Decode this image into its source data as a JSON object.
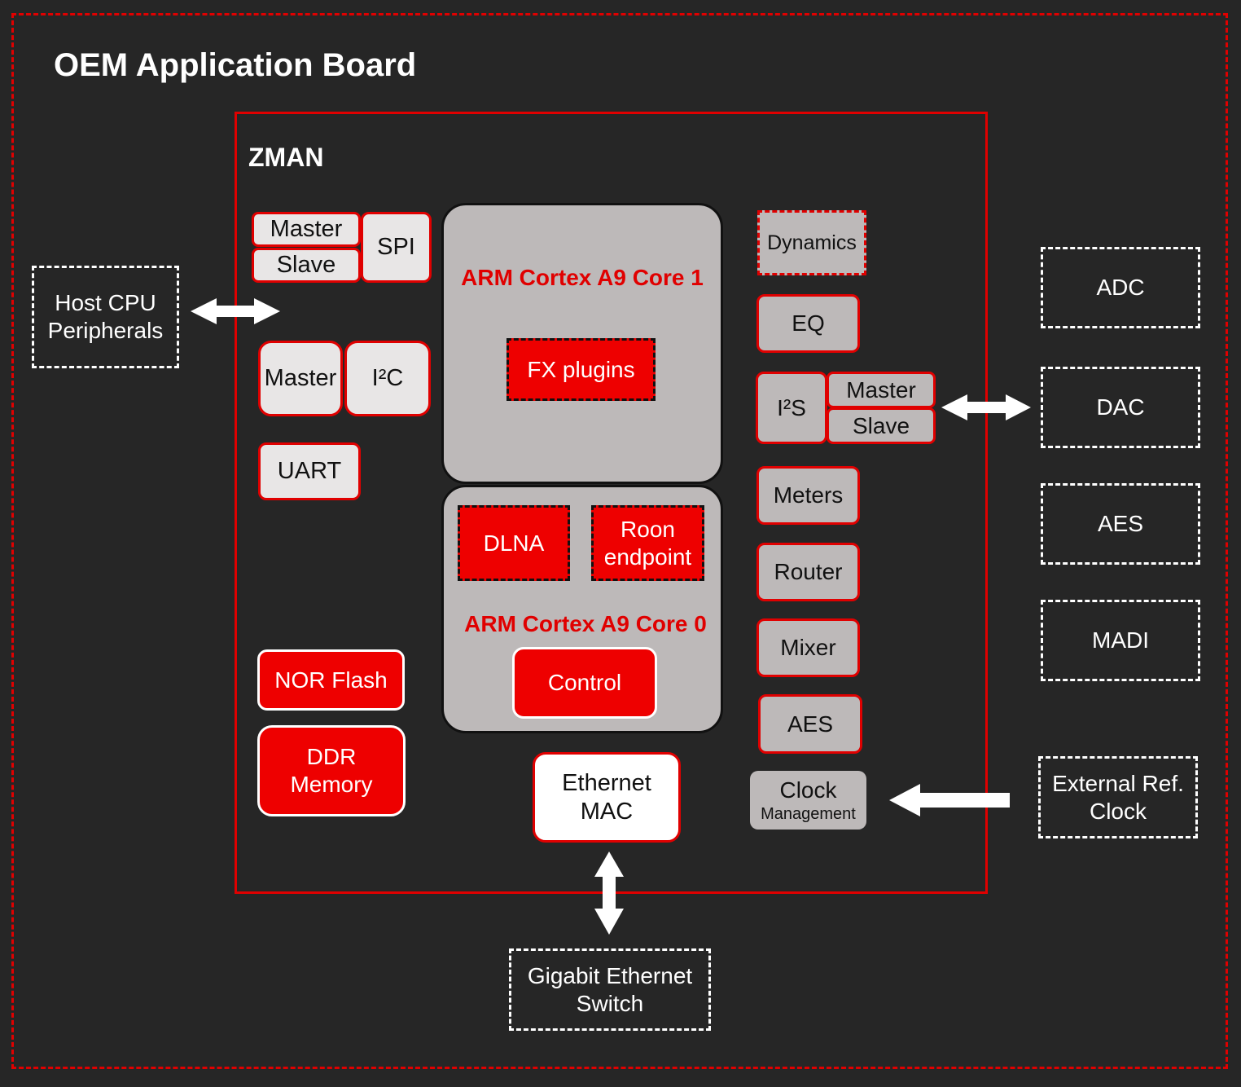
{
  "board": {
    "title": "OEM Application Board"
  },
  "zman": {
    "title": "ZMAN",
    "spi": {
      "master": "Master",
      "slave": "Slave",
      "label": "SPI"
    },
    "i2c": {
      "master": "Master",
      "label": "I²C"
    },
    "uart": "UART",
    "nor_flash": "NOR Flash",
    "ddr": {
      "line1": "DDR",
      "line2": "Memory"
    },
    "core1": {
      "label": "ARM Cortex A9 Core 1",
      "plugin": "FX plugins"
    },
    "core0": {
      "label": "ARM Cortex A9 Core 0",
      "dlna": "DLNA",
      "roon_line1": "Roon",
      "roon_line2": "endpoint",
      "control": "Control"
    },
    "ethernet_mac": {
      "line1": "Ethernet",
      "line2": "MAC"
    },
    "dynamics": "Dynamics",
    "eq": "EQ",
    "i2s": {
      "label": "I²S",
      "master": "Master",
      "slave": "Slave"
    },
    "meters": "Meters",
    "router": "Router",
    "mixer": "Mixer",
    "aes": "AES",
    "clock": {
      "line1": "Clock",
      "line2": "Management"
    }
  },
  "external": {
    "host_cpu": {
      "line1": "Host CPU",
      "line2": "Peripherals"
    },
    "adc": "ADC",
    "dac": "DAC",
    "aes": "AES",
    "madi": "MADI",
    "ext_clock": {
      "line1": "External Ref.",
      "line2": "Clock"
    },
    "gbe_switch": {
      "line1": "Gigabit Ethernet",
      "line2": "Switch"
    }
  },
  "colors": {
    "accent": "#e00000",
    "background": "#262626",
    "block_grey": "#bdb9b9",
    "block_light": "#e8e6e6"
  }
}
